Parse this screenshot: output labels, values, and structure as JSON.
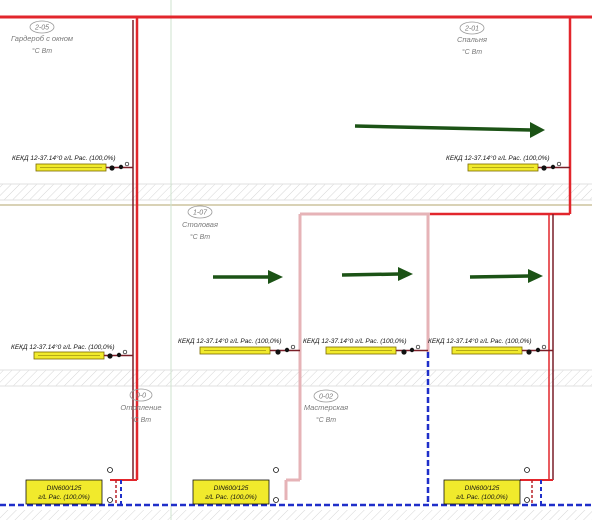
{
  "colors": {
    "supply": "#e2262c",
    "return": "#1f2fc9",
    "pipe_pink": "#e6b3b7",
    "riser": "#7a1f28",
    "radiator_fill": "#f1ea2c",
    "radiator_stroke": "#7a6a00",
    "arrow": "#1c5316",
    "grid_line": "#b3a46c",
    "hatch": "#cfcfcf"
  },
  "rooms": [
    {
      "number": "2-05",
      "name": "Гардероб с окном",
      "units": "°C  Вт"
    },
    {
      "number": "2-01",
      "name": "Спальня",
      "units": "°C  Вт"
    },
    {
      "number": "1-07",
      "name": "Столовая",
      "units": "°C  Вт"
    },
    {
      "number": "0-0",
      "name": "Отопление",
      "units": "°C  Вт"
    },
    {
      "number": "0-02",
      "name": "Мастерская",
      "units": "°C  Вт"
    }
  ],
  "radiators": [
    {
      "label": "КЕКД 12-37.14°0  г/L Рас. (100,0%)"
    },
    {
      "label": "КЕКД 12-37.14°0  г/L Рас. (100,0%)"
    },
    {
      "label": "КЕКД 12-37.14°0  г/L Рас. (100,0%)"
    },
    {
      "label": "КЕКД 12-37.14°0  г/L Рас. (100,0%)"
    },
    {
      "label": "КЕКД 12-37.14°0  г/L Рас. (100,0%)"
    },
    {
      "label": "КЕКД 12-37.14°0  г/L Рас. (100,0%)"
    }
  ],
  "boxes": [
    {
      "line1": "DIN600/125",
      "line2": "г/L Рас. (100,0%)"
    },
    {
      "line1": "DIN600/125",
      "line2": "г/L Рас. (100,0%)"
    },
    {
      "line1": "DIN600/125",
      "line2": "г/L Рас. (100,0%)"
    }
  ],
  "flow_arrows": [
    "flow-arrow-1",
    "flow-arrow-2",
    "flow-arrow-3",
    "flow-arrow-4"
  ]
}
